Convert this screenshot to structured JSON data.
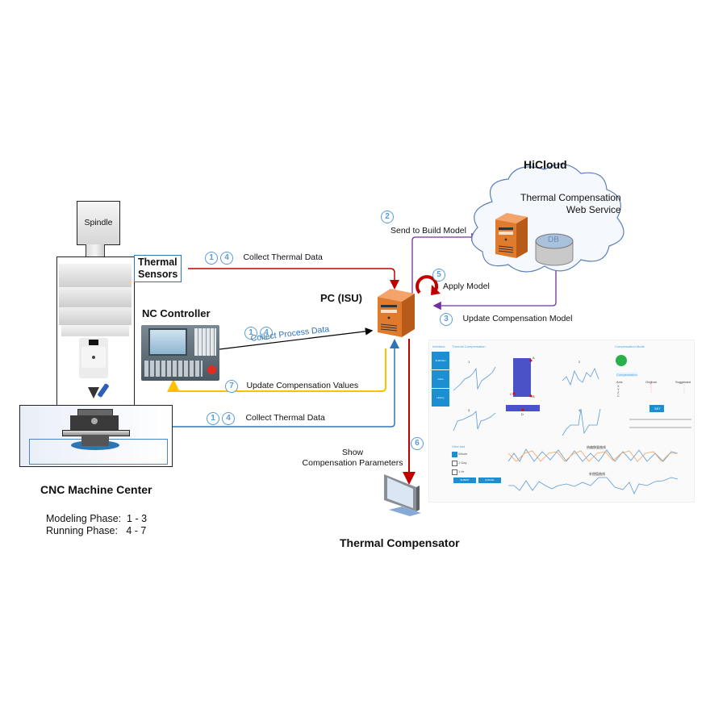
{
  "cnc": {
    "spindle_label": "Spindle",
    "thermal_sensors_label": [
      "Thermal",
      "Sensors"
    ],
    "nc_controller_title": "NC Controller",
    "machine_title": "CNC Machine Center",
    "phases": [
      "Modeling Phase:  1 - 3",
      "Running Phase:   4 - 7"
    ]
  },
  "pc": {
    "title": "PC (ISU)"
  },
  "cloud": {
    "title": "HiCloud",
    "service_label": [
      "Thermal Compensation",
      "Web Service"
    ],
    "db_label": "DB"
  },
  "compensator": {
    "title": "Thermal Compensator",
    "show_label": [
      "Show",
      "Compensation Parameters"
    ]
  },
  "flows": [
    {
      "id": "collect-thermal-sensors",
      "steps": [
        "1",
        "4"
      ],
      "label": "Collect Thermal Data",
      "color": "#c00000"
    },
    {
      "id": "collect-process-data",
      "steps": [
        "1",
        "4"
      ],
      "label": "Collect Process Data",
      "color": "#000000"
    },
    {
      "id": "update-compensation-values",
      "steps": [
        "7"
      ],
      "label": "Update Compensation Values",
      "color": "#ffc000"
    },
    {
      "id": "collect-thermal-table",
      "steps": [
        "1",
        "4"
      ],
      "label": "Collect Thermal Data",
      "color": "#2e75b6"
    },
    {
      "id": "send-to-build-model",
      "steps": [
        "2"
      ],
      "label": "Send to Build Model",
      "color": "#7030a0"
    },
    {
      "id": "update-compensation-model",
      "steps": [
        "3"
      ],
      "label": "Update Compensation Model",
      "color": "#7030a0"
    },
    {
      "id": "apply-model",
      "steps": [
        "5"
      ],
      "label": "Apply Model",
      "color": "#c00000"
    },
    {
      "id": "show-parameters",
      "steps": [
        "6"
      ],
      "label": "Show Compensation Parameters",
      "color": "#c00000"
    }
  ],
  "dashboard": {
    "sidebar_title": "Interface",
    "sidebar_items": [
      "Scaffolder",
      "Parts",
      "History"
    ],
    "main_title": "Thermal Compensation",
    "right_title": "Compensation Mode",
    "mini_charts": [
      "1",
      "2",
      "3",
      "4"
    ],
    "model_points": [
      "A",
      "B",
      "C",
      "D"
    ],
    "compensation_header": "Compensation",
    "comp_columns": [
      "Axis",
      "Original",
      "Suggested"
    ],
    "comp_axes": [
      "X",
      "Y",
      "Z",
      "C"
    ],
    "view_last_label": "View last",
    "view_options": [
      "Whole",
      "1 Day",
      "1 Hr"
    ],
    "submit_label": "SUBMIT",
    "cancel_label": "CANCEL",
    "set_button": "SET",
    "lower_chart_titles": [
      "热偏移量曲线",
      "补偿值曲线"
    ]
  },
  "colors": {
    "red_flow": "#c00000",
    "purple_flow": "#7030a0",
    "blue_flow": "#2e75b6",
    "yellow_flow": "#ffc000",
    "step_circle": "#5b9bd5",
    "server_orange": "#e07b2e",
    "dashboard_blue": "#1b8fd2"
  }
}
